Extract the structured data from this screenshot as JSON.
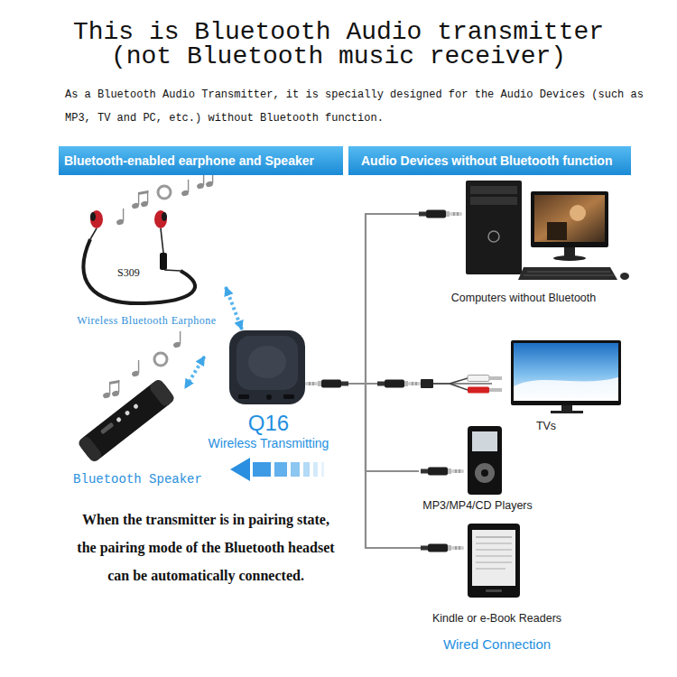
{
  "diagram": {
    "title": "This is Bluetooth Audio transmitter (not Bluetooth music receiver)",
    "nodes": [
      {
        "text": [
          "Bluetooth-enabled earphone and Speaker"
        ]
      },
      {
        "text": [
          "Audio Devices without Bluetooth function"
        ]
      },
      {
        "text": [
          "Wireless Bluetooth Earphone"
        ]
      },
      {
        "text": [
          "Computers without Bluetooth"
        ]
      },
      {
        "text": [
          "Q16",
          "Wireless Transmitting"
        ]
      },
      {
        "text": [
          "TVs"
        ]
      },
      {
        "text": [
          "Bluetooth Speaker"
        ]
      },
      {
        "text": [
          "MP3/MP4/CD Players"
        ]
      },
      {
        "text": [
          "Kindle or e-Book Readers"
        ]
      }
    ],
    "edges": [
      {
        "from": 2,
        "to": 4,
        "arrow": "both"
      },
      {
        "from": 4,
        "to": 6,
        "arrow": "both"
      },
      {
        "from": 4,
        "to": 3,
        "arrow": "none"
      },
      {
        "from": 4,
        "to": 5,
        "arrow": "none"
      },
      {
        "from": 4,
        "to": 7,
        "arrow": "none"
      },
      {
        "from": 4,
        "to": 8,
        "arrow": "none"
      }
    ],
    "labels": [
      "As a Bluetooth Audio Transmitter, it is specially designed for the Audio Devices (such as MP3, TV and PC, etc.) without Bluetooth function.",
      "S309",
      "When the transmitter is in pairing state, the pairing mode of the Bluetooth headset can be automatically connected.",
      "Wired Connection"
    ]
  }
}
